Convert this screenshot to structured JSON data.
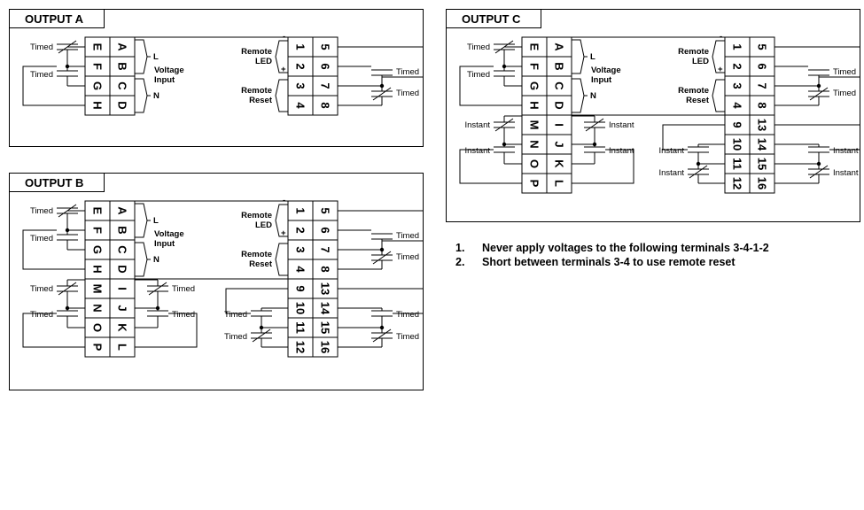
{
  "diagrams": [
    {
      "id": "a",
      "title": "OUTPUT A",
      "left_terminals": [
        [
          "E",
          "A"
        ],
        [
          "F",
          "B"
        ],
        [
          "G",
          "C"
        ],
        [
          "H",
          "D"
        ]
      ],
      "right_terminals": [
        [
          "1",
          "5"
        ],
        [
          "2",
          "6"
        ],
        [
          "3",
          "7"
        ],
        [
          "4",
          "8"
        ]
      ],
      "left_extra": [],
      "right_extra": [],
      "timed_label": "Timed",
      "instant_label": null
    },
    {
      "id": "b",
      "title": "OUTPUT B",
      "left_terminals": [
        [
          "E",
          "A"
        ],
        [
          "F",
          "B"
        ],
        [
          "G",
          "C"
        ],
        [
          "H",
          "D"
        ]
      ],
      "right_terminals": [
        [
          "1",
          "5"
        ],
        [
          "2",
          "6"
        ],
        [
          "3",
          "7"
        ],
        [
          "4",
          "8"
        ]
      ],
      "left_extra": [
        [
          "M",
          "I"
        ],
        [
          "N",
          "J"
        ],
        [
          "O",
          "K"
        ],
        [
          "P",
          "L"
        ]
      ],
      "right_extra": [
        [
          "9",
          "13"
        ],
        [
          "10",
          "14"
        ],
        [
          "11",
          "15"
        ],
        [
          "12",
          "16"
        ]
      ],
      "timed_label": "Timed",
      "instant_label": null
    },
    {
      "id": "c",
      "title": "OUTPUT C",
      "left_terminals": [
        [
          "E",
          "A"
        ],
        [
          "F",
          "B"
        ],
        [
          "G",
          "C"
        ],
        [
          "H",
          "D"
        ]
      ],
      "right_terminals": [
        [
          "1",
          "5"
        ],
        [
          "2",
          "6"
        ],
        [
          "3",
          "7"
        ],
        [
          "4",
          "8"
        ]
      ],
      "left_extra": [
        [
          "M",
          "I"
        ],
        [
          "N",
          "J"
        ],
        [
          "O",
          "K"
        ],
        [
          "P",
          "L"
        ]
      ],
      "right_extra": [
        [
          "9",
          "13"
        ],
        [
          "10",
          "14"
        ],
        [
          "11",
          "15"
        ],
        [
          "12",
          "16"
        ]
      ],
      "timed_label": "Timed",
      "instant_label": "Instant"
    }
  ],
  "labels": {
    "l": "L",
    "n": "N",
    "voltage": "Voltage",
    "input": "Input",
    "remote": "Remote",
    "led": "LED",
    "reset": "Reset",
    "minus": "-",
    "plus": "+"
  },
  "notes": [
    {
      "num": "1.",
      "text": "Never apply voltages to the following terminals 3-4-1-2"
    },
    {
      "num": "2.",
      "text": "Short between terminals 3-4 to use remote reset"
    }
  ]
}
